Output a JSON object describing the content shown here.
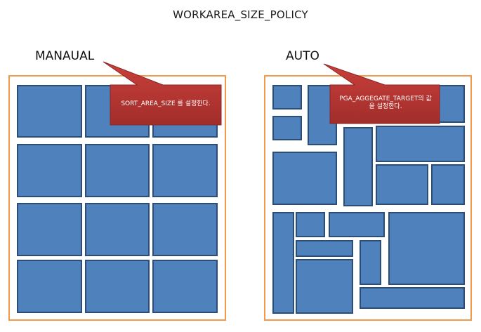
{
  "title": "WORKAREA_SIZE_POLICY",
  "panels": {
    "manual": {
      "label": "MANAUAL",
      "callout": "SORT_AREA_SIZE 를 설정한다."
    },
    "auto": {
      "label": "AUTO",
      "callout_line1": "PGA_AGGEGATE_TARGET의 값",
      "callout_line2": "을 설정한다."
    }
  },
  "colors": {
    "block_fill": "#4f81bd",
    "block_border": "#2c4d75",
    "frame_border": "#f29a4b",
    "callout_fill": "#b03431"
  }
}
